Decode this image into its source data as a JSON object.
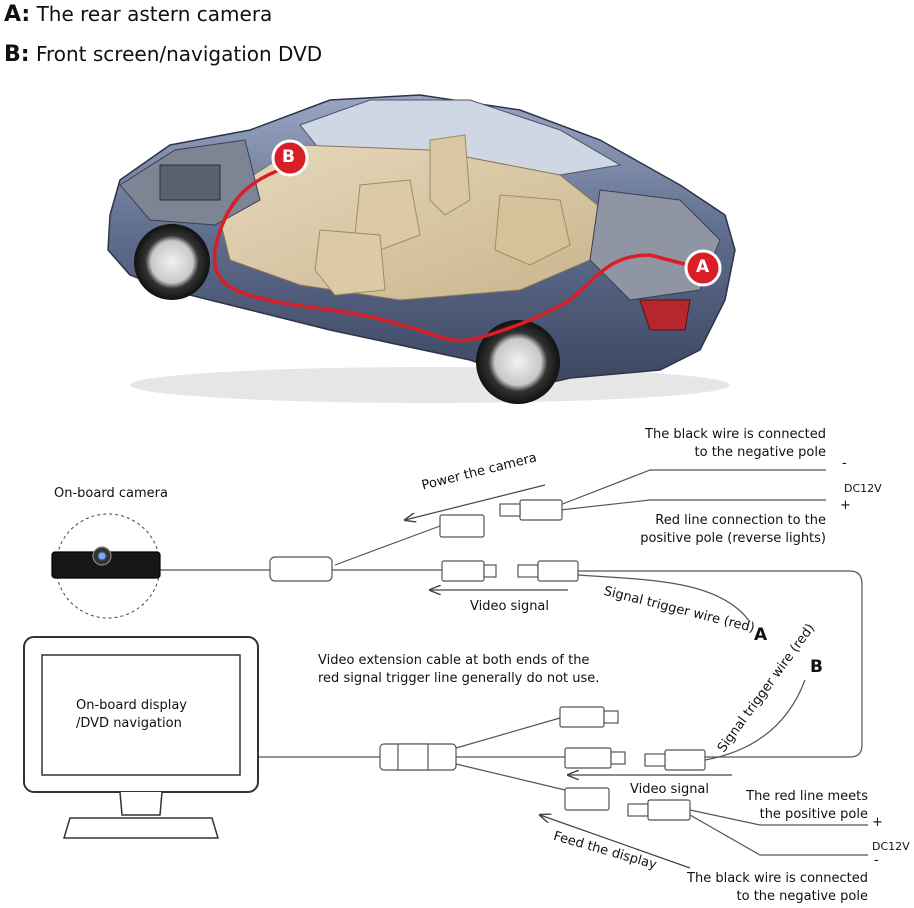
{
  "legend": {
    "a_letter": "A:",
    "a_text": "The rear astern camera",
    "b_letter": "B:",
    "b_text": "Front screen/navigation DVD"
  },
  "car": {
    "marker_a": "A",
    "marker_b": "B",
    "wire_color": "#d81e27"
  },
  "wiring": {
    "onboard_camera": "On-board camera",
    "power_camera": "Power the camera",
    "video_signal_top": "Video signal",
    "signal_trigger_a": "Signal trigger wire (red)",
    "end_a": "A",
    "signal_trigger_b": "Signal trigger wire (red)",
    "end_b": "B",
    "black_wire_top_line1": "The black wire is connected",
    "black_wire_top_line2": "to the negative pole",
    "minus_top": "-",
    "dc12v_top": "DC12V",
    "plus_top": "+",
    "red_line_top_line1": "Red line connection to the",
    "red_line_top_line2": "positive pole (reverse lights)",
    "extension_note_line1": "Video extension cable at both ends of the",
    "extension_note_line2": "red signal trigger line generally do not use.",
    "display_line1": "On-board display",
    "display_line2": "/DVD navigation",
    "video_signal_bottom": "Video signal",
    "red_line_bottom_line1": "The red line meets",
    "red_line_bottom_line2": "the positive pole",
    "plus_bottom": "+",
    "dc12v_bottom": "DC12V",
    "minus_bottom": "-",
    "feed_display": "Feed the display",
    "black_wire_bottom_line1": "The black wire is connected",
    "black_wire_bottom_line2": "to the negative pole"
  }
}
